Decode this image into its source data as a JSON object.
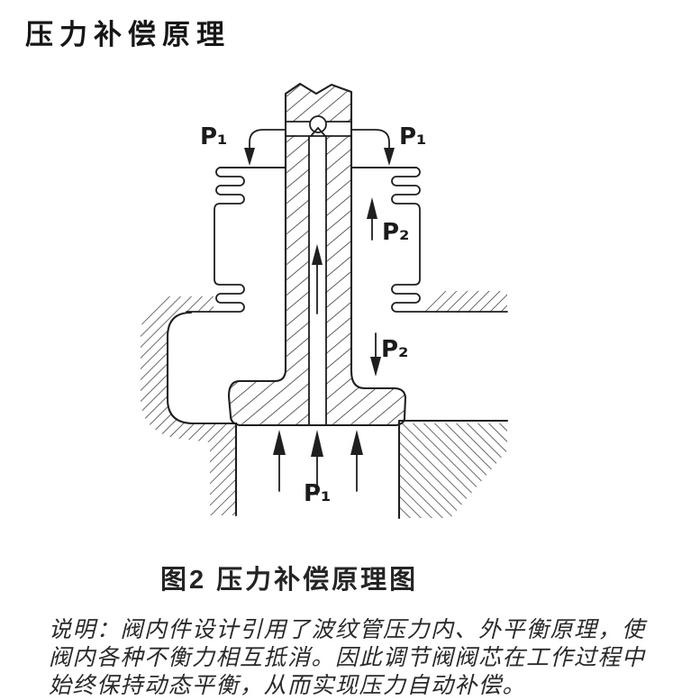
{
  "page": {
    "title": "压力补偿原理",
    "caption": "图2 压力补偿原理图",
    "description": {
      "lines": [
        "说明：阀内件设计引用了波纹管压力内、外平衡原理，使",
        "阀内各种不衡力相互抵消。因此调节阀阀芯在工作过程中",
        "始终保持动态平衡，从而实现压力自动补偿。"
      ]
    }
  },
  "figure": {
    "labels": {
      "p1_top_left": "P₁",
      "p1_top_right": "P₁",
      "p2_upper": "P₂",
      "p2_lower": "P₂",
      "p1_bottom": "P₁"
    },
    "colors": {
      "ink": "#1f1f1f",
      "background": "#ffffff"
    }
  }
}
